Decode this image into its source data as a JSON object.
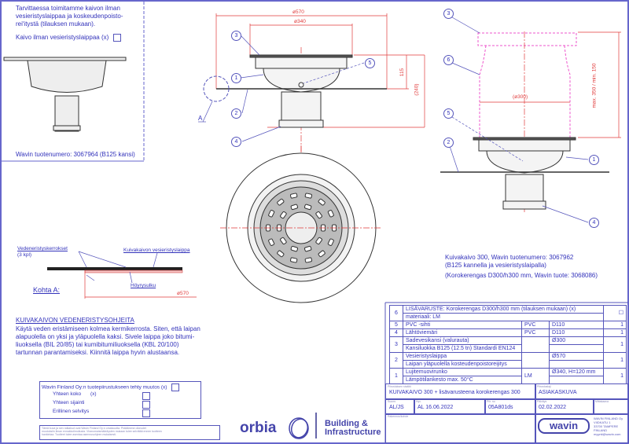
{
  "top_left_note": {
    "lines": [
      "Tarvittaessa toimitamme kaivon ilman",
      "vesieristyslaippaa ja koskeudenpoisto-",
      "reiʹitystä (tilauksen mukaan)."
    ],
    "checkbox_label": "Kaivo ilman vesieristyslaippaa (x)",
    "product_number": "Wavin tuotenumero: 3067964 (B125 kansi)"
  },
  "main_drawing": {
    "dim_outer": "ø570",
    "dim_inner": "ø340",
    "dim_height": "115",
    "dim_total": "(240)",
    "detail_marker": "A",
    "callouts": [
      "1",
      "2",
      "3",
      "4",
      "5"
    ]
  },
  "right_drawing": {
    "dim_ring": "(ø300)",
    "dim_height": "max. 350 / min. 150",
    "callouts": [
      "1",
      "2",
      "3",
      "4",
      "5",
      "6"
    ],
    "caption": [
      "Kuivakaivo 300, Wavin tuotenumero: 3067962",
      "(B125 kannella ja vesieristyslaipalla)",
      "(Korokerengas D300/h300 mm, Wavin tuote: 3068086)"
    ]
  },
  "detail_a": {
    "label_layers": "Vedeneristyskerrokset",
    "label_layers_count": "(3 kpl)",
    "label_flange": "Kuivakaivon vesieristyslaippa",
    "label_vapour": "Höyrysulku",
    "title": "Kohta A:",
    "dim": "ø570"
  },
  "instructions": {
    "heading": "KUIVAKAIVON VEDENERISTYSOHJEITA",
    "lines": [
      "Käytä veden eristämiseen kolmea kermikerrosta. Siten, että laipan",
      "alapuolella on yksi ja yläpuolella kaksi. Sivele laippa joko bitumi-",
      "liuoksella (BIL 20/85) tai kumibitumiliuoksella (KBL 20/100)",
      "tartunnan parantamiseksi. Kiinnitä laippa hyvin alustaansa."
    ]
  },
  "parts": [
    {
      "no": "6",
      "desc": "LISÄVARUSTE: Korokerengas D300/h300 mm (tilauksen mukaan)     (x)",
      "desc2": "materiaali: LM",
      "mat": "",
      "size": "",
      "qty": "☐"
    },
    {
      "no": "5",
      "desc": "PVC -sihti",
      "mat": "PVC",
      "size": "D110",
      "qty": "1"
    },
    {
      "no": "4",
      "desc": "Lähtöviemäri",
      "mat": "PVC",
      "size": "D110",
      "qty": "1"
    },
    {
      "no": "3",
      "desc": "Sadevesikansi (valurauta)",
      "desc2": "Kansiluokka B125 (12.5 tn) Standardi EN124",
      "mat": "",
      "size": "Ø300",
      "qty": "1"
    },
    {
      "no": "2",
      "desc": "Vesieristyslaippa",
      "desc2": "Laipan yläpuolella kosteudenpoistoreijitys",
      "mat": "",
      "size": "Ø570",
      "qty": "1"
    },
    {
      "no": "1",
      "desc": "Lujitemuovirunko",
      "desc2": "Lämpötilankesto max. 50°C",
      "mat": "LM",
      "size": "Ø340, H=120 mm",
      "qty": "1"
    }
  ],
  "change_box": {
    "title": "Wavin Finland Oy:n tuotepiirustukseen tehty muutos (x)",
    "items": [
      "Yhteen koko",
      "Yhteen sijainti",
      "Erillinen selvitys"
    ],
    "x_mark": "(x)"
  },
  "disclaimer": [
    "Tämä kuva ja sen ratkaisut ovat Wavin Finland Oy:n omaisuutta. Pidätämme oikeudet",
    "muutoksiin ilman ennakkoilmoitusta. Viranomaismääräysten mukaan tulee selvittää ennen tuotteen",
    "hankintaa. Tuotteet tulee asentaa asennusohjeen mukaisesti."
  ],
  "logos": {
    "orbia": "orbia",
    "division": [
      "Building &",
      "Infrastructure"
    ],
    "wavin": "wavin"
  },
  "title_block": {
    "content_label": "Piirustuksen sisältö",
    "content": "KUIVAKAIVO 300 + lisävarusteena korokerengas 300",
    "type_label": "Piirustuslaji",
    "type": "ASIAKASKUVA",
    "designer_label": "Suunn.",
    "designer": "AL/JS",
    "approved_label": "Hyv.",
    "approved": "AL  16.06.2022",
    "drawing_no_label": "Piir. no",
    "drawing_no": "05A801ds",
    "date_label": "Päiväys",
    "date": "02.02.2022",
    "scale_label": "Mittakaava",
    "site_label": "Rakennus/kohde",
    "address": [
      "WAVIN FINLAND Oy",
      "VIIDKATU 1",
      "33700 TAMPERE",
      "FINLAND",
      "myynti@wavin.com"
    ]
  },
  "colors": {
    "ink": "#3333bb",
    "border": "#5555bb",
    "dimension": "#e03a3a",
    "ring": "#ee55cc",
    "line": "#333333"
  }
}
